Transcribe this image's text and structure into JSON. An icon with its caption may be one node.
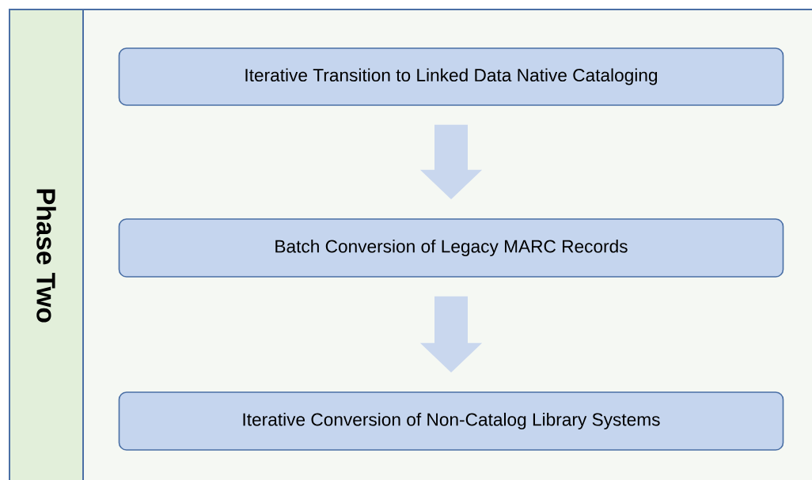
{
  "diagram": {
    "nodes": [
      {
        "text": [
          "Phase Two"
        ]
      },
      {
        "text": [
          "Iterative Transition to Linked Data Native Cataloging"
        ]
      },
      {
        "text": [
          "Batch Conversion of Legacy MARC Records"
        ]
      },
      {
        "text": [
          "Iterative Conversion of Non-Catalog Library Systems"
        ]
      }
    ],
    "edges": [
      {
        "from": 1,
        "to": 2,
        "arrow": "to"
      },
      {
        "from": 2,
        "to": 3,
        "arrow": "to"
      }
    ]
  }
}
